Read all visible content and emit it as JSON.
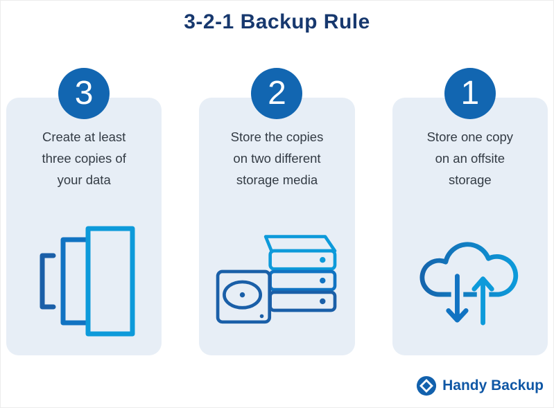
{
  "title": "3-2-1 Backup Rule",
  "cards": [
    {
      "number": "3",
      "lines": [
        "Create at least",
        "three copies of",
        "your data"
      ],
      "icon": "document-copies-icon"
    },
    {
      "number": "2",
      "lines": [
        "Store the copies",
        "on two different",
        "storage media"
      ],
      "icon": "storage-media-icon"
    },
    {
      "number": "1",
      "lines": [
        "Store one copy",
        "on an offsite",
        "storage"
      ],
      "icon": "cloud-sync-icon"
    }
  ],
  "logo": {
    "text": "Handy Backup"
  },
  "colors": {
    "title": "#17386e",
    "badge": "#1266b1",
    "card-bg": "#e7eef6",
    "card-text": "#333b44",
    "icon-dark": "#1a5fa8",
    "icon-mid": "#1173c2",
    "icon-light": "#0d9ada",
    "logo-text": "#0f57a5"
  }
}
